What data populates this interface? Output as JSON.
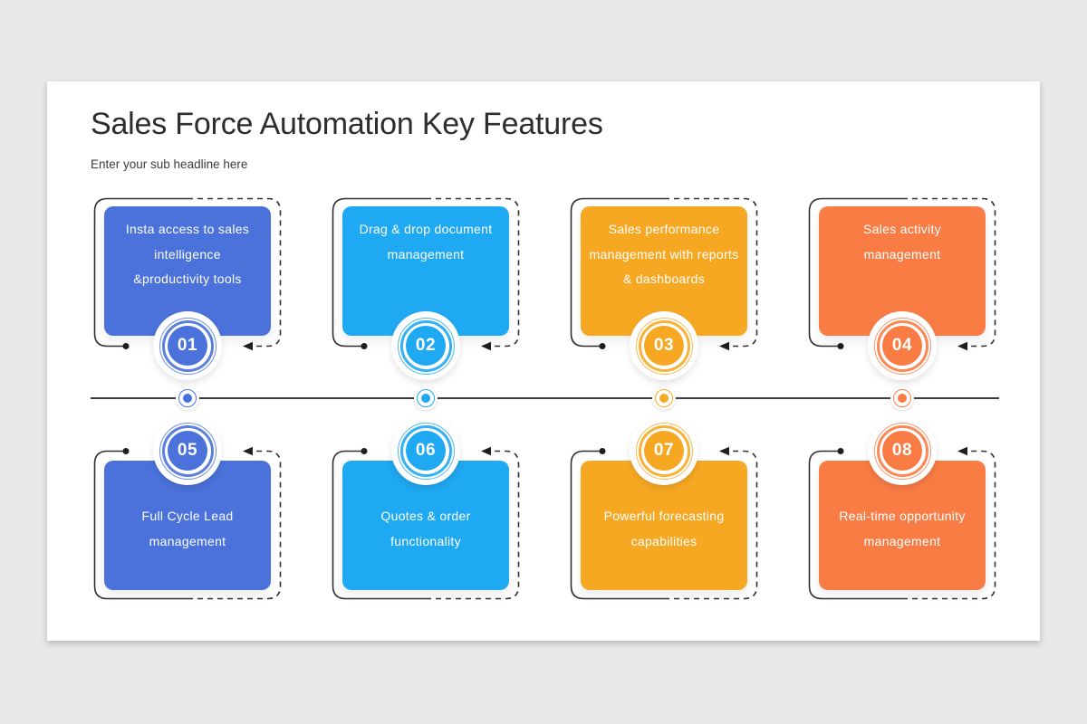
{
  "page": {
    "title": "Sales Force Automation Key Features",
    "subtitle": "Enter your sub headline here"
  },
  "colors": {
    "royal_blue": "#4a72da",
    "sky_blue": "#1fa9f2",
    "amber": "#f7a823",
    "coral": "#f97c45",
    "line": "#3f3f3f",
    "panel": "#ffffff",
    "page_background": "#e9e8e8"
  },
  "cards": [
    {
      "number": "01",
      "title": "Insta access to sales\nintelligence\n&productivity tools",
      "color": "#4a72da",
      "row": "top"
    },
    {
      "number": "02",
      "title": "Drag & drop document\nmanagement",
      "color": "#1fa9f2",
      "row": "top"
    },
    {
      "number": "03",
      "title": "Sales performance\nmanagement with reports\n& dashboards",
      "color": "#f7a823",
      "row": "top"
    },
    {
      "number": "04",
      "title": "Sales activity\nmanagement",
      "color": "#f97c45",
      "row": "top"
    },
    {
      "number": "05",
      "title": "Full Cycle Lead\nmanagement",
      "color": "#4a72da",
      "row": "bottom"
    },
    {
      "number": "06",
      "title": "Quotes & order\nfunctionality",
      "color": "#1fa9f2",
      "row": "bottom"
    },
    {
      "number": "07",
      "title": "Powerful forecasting\ncapabilities",
      "color": "#f7a823",
      "row": "bottom"
    },
    {
      "number": "08",
      "title": "Real-time opportunity\nmanagement",
      "color": "#f97c45",
      "row": "bottom"
    }
  ],
  "timeline": {
    "nodes": [
      {
        "color": "#4a72da"
      },
      {
        "color": "#1fa9f2"
      },
      {
        "color": "#f7a823"
      },
      {
        "color": "#f97c45"
      }
    ]
  }
}
